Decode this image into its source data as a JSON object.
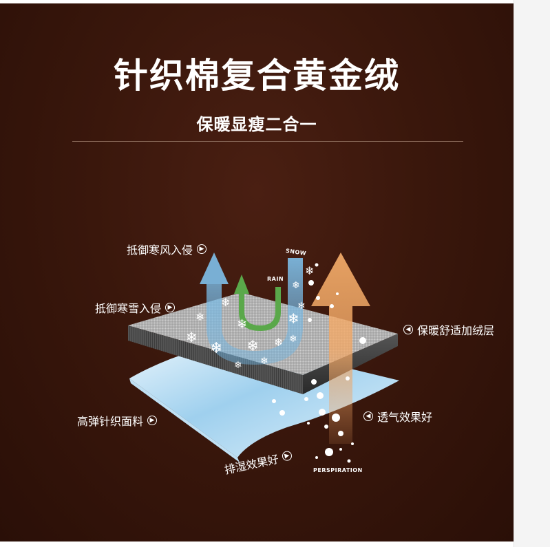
{
  "title": "针织棉复合黄金绒",
  "subtitle": "保暖显瘦二合一",
  "labels": {
    "wind": "抵御寒风入侵",
    "snow": "抵御寒雪入侵",
    "warm_layer": "保暖舒适加绒层",
    "fabric": "高弹针织面料",
    "breathable": "透气效果好",
    "moisture": "排湿效果好"
  },
  "small_labels": {
    "snow": "SNOW",
    "rain": "RAIN",
    "perspiration": "PERSPIRATION"
  },
  "colors": {
    "background": "#3a170c",
    "blue_arrow": "#6fb3e0",
    "green_arrow": "#5aa84a",
    "orange_arrow": "#f0a060"
  },
  "icons": {
    "right_arrow": "circle-right-arrow-icon",
    "left_arrow": "circle-left-arrow-icon",
    "snowflake": "snowflake-icon"
  }
}
